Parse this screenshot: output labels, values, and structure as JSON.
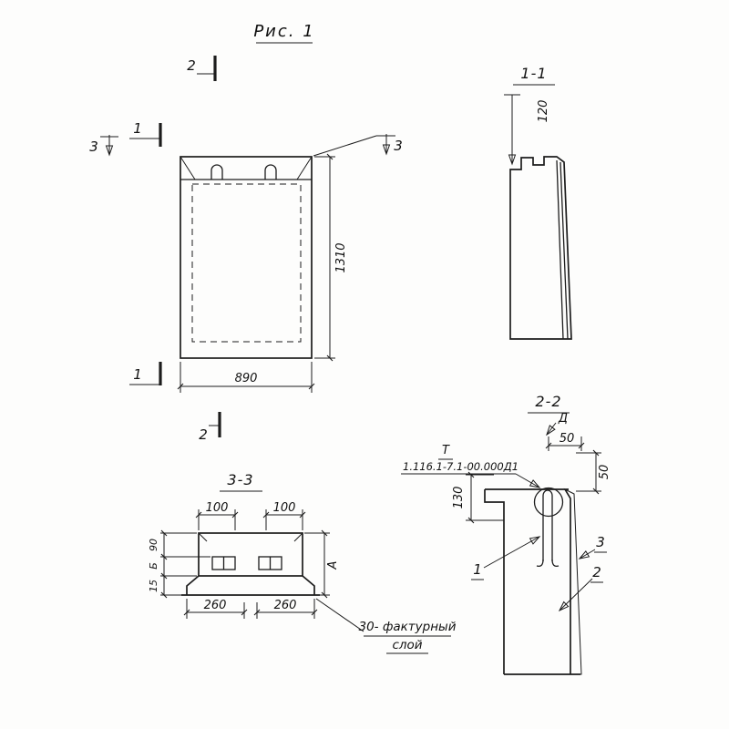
{
  "title": {
    "text": "Рис. 1"
  },
  "main_view": {
    "dim_height": "1310",
    "dim_width": "890",
    "marker_section_2_top": "2",
    "marker_section_2_bottom": "2",
    "marker_section_1_top": "1",
    "marker_section_1_bottom": "1",
    "marker_section_3_left": "3",
    "marker_section_3_right": "3"
  },
  "section_1_1": {
    "label": "1-1",
    "dim_top": "120"
  },
  "section_2_2": {
    "label": "2-2",
    "detail_marker": "Д",
    "dim_top": "50",
    "dim_right": "50",
    "dim_left": "130",
    "callout_letter": "Т",
    "callout_doc": "1.116.1-7.1-00.000Д1",
    "pos_1": "1",
    "pos_2": "2",
    "pos_3": "3"
  },
  "section_3_3": {
    "label": "3-3",
    "dim_100_left": "100",
    "dim_100_right": "100",
    "dim_260_left": "260",
    "dim_260_right": "260",
    "dim_left_top": "90",
    "dim_left_mid": "Б",
    "dim_left_bottom": "15",
    "dim_right": "А",
    "note_line1": "30- фактурный",
    "note_line2": "слой"
  }
}
